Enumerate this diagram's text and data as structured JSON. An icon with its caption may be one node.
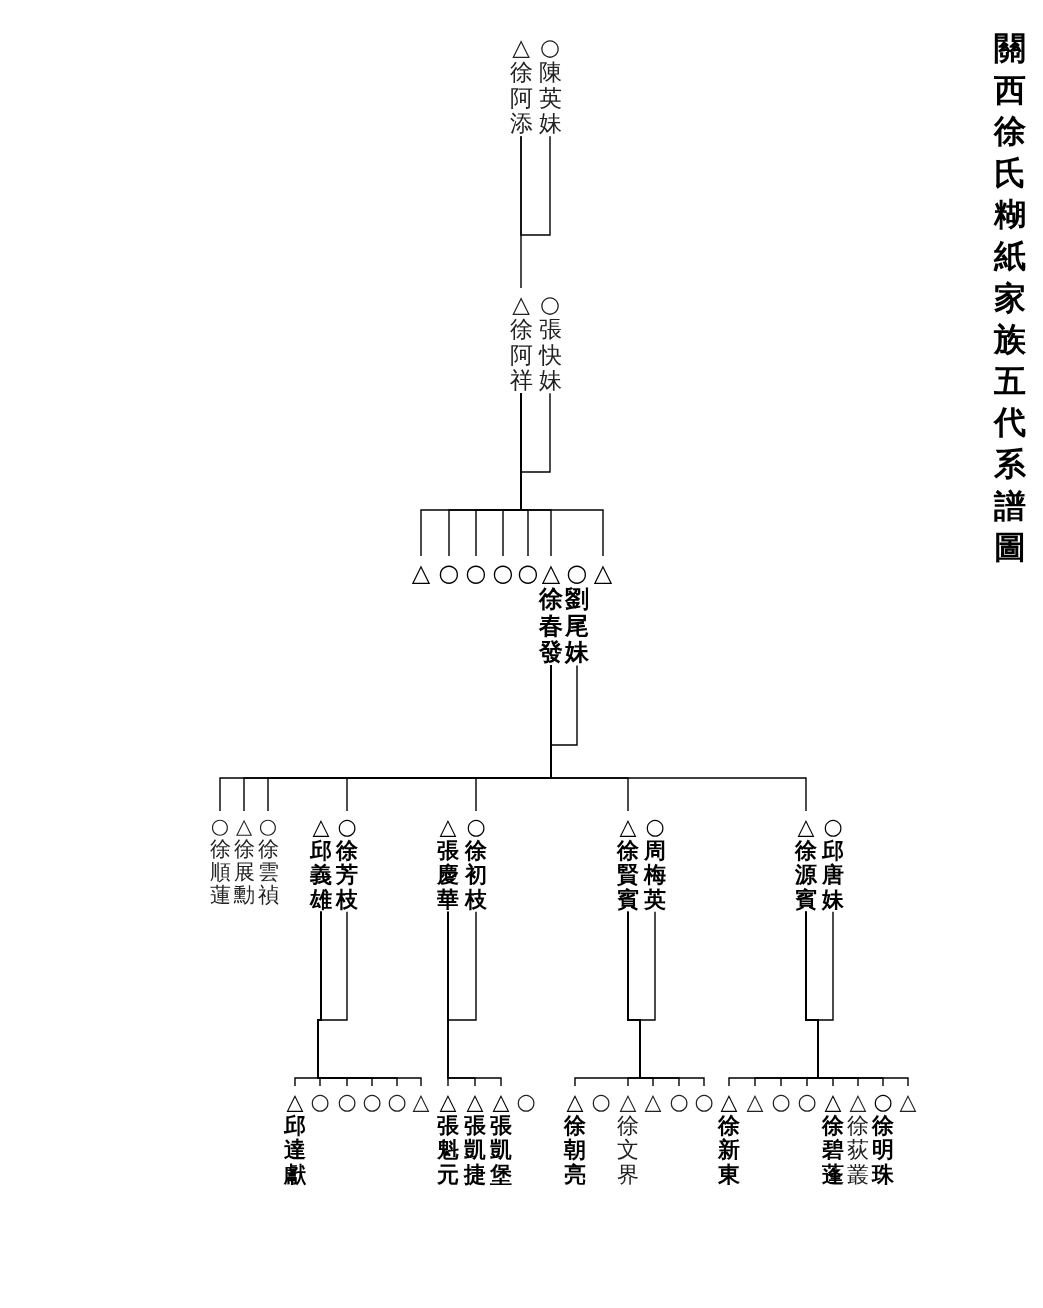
{
  "diagram": {
    "title": "關西徐氏糊紙家族五代系譜圖",
    "nodes": [
      {
        "text": [
          "△",
          "徐阿添"
        ]
      },
      {
        "text": [
          "○",
          "陳英妹"
        ]
      },
      {
        "text": [
          "△",
          "徐阿祥"
        ]
      },
      {
        "text": [
          "○",
          "張快妹"
        ]
      },
      {
        "text": [
          "△"
        ]
      },
      {
        "text": [
          "○"
        ]
      },
      {
        "text": [
          "○"
        ]
      },
      {
        "text": [
          "○"
        ]
      },
      {
        "text": [
          "○"
        ]
      },
      {
        "text": [
          "△",
          "徐春發"
        ]
      },
      {
        "text": [
          "○",
          "劉尾妹"
        ]
      },
      {
        "text": [
          "△"
        ]
      },
      {
        "text": [
          "○",
          "徐順蓮"
        ]
      },
      {
        "text": [
          "△",
          "徐展勳"
        ]
      },
      {
        "text": [
          "○",
          "徐雲禎"
        ]
      },
      {
        "text": [
          "△",
          "邱義雄"
        ]
      },
      {
        "text": [
          "○",
          "徐芳枝"
        ]
      },
      {
        "text": [
          "△",
          "張慶華"
        ]
      },
      {
        "text": [
          "○",
          "徐初枝"
        ]
      },
      {
        "text": [
          "△",
          "徐賢賓"
        ]
      },
      {
        "text": [
          "○",
          "周梅英"
        ]
      },
      {
        "text": [
          "△",
          "徐源賓"
        ]
      },
      {
        "text": [
          "○",
          "邱唐妹"
        ]
      },
      {
        "text": [
          "△",
          "邱達獻"
        ]
      },
      {
        "text": [
          "○"
        ]
      },
      {
        "text": [
          "○"
        ]
      },
      {
        "text": [
          "○"
        ]
      },
      {
        "text": [
          "○"
        ]
      },
      {
        "text": [
          "△"
        ]
      },
      {
        "text": [
          "△",
          "張魁元"
        ]
      },
      {
        "text": [
          "△",
          "張凱捷"
        ]
      },
      {
        "text": [
          "△",
          "張凱堡"
        ]
      },
      {
        "text": [
          "○"
        ]
      },
      {
        "text": [
          "△",
          "徐朝亮"
        ]
      },
      {
        "text": [
          "○"
        ]
      },
      {
        "text": [
          "△",
          "徐文界"
        ]
      },
      {
        "text": [
          "△"
        ]
      },
      {
        "text": [
          "○"
        ]
      },
      {
        "text": [
          "○"
        ]
      },
      {
        "text": [
          "△",
          "徐新東"
        ]
      },
      {
        "text": [
          "△"
        ]
      },
      {
        "text": [
          "○"
        ]
      },
      {
        "text": [
          "○"
        ]
      },
      {
        "text": [
          "△",
          "徐碧蓬"
        ]
      },
      {
        "text": [
          "△",
          "徐荻叢"
        ]
      },
      {
        "text": [
          "○",
          "徐明珠"
        ]
      },
      {
        "text": [
          "△"
        ]
      }
    ],
    "edges": [
      {
        "from": 0,
        "to": 1,
        "arrow": "none"
      },
      {
        "from": 0,
        "to": 2,
        "arrow": "none"
      },
      {
        "from": 2,
        "to": 3,
        "arrow": "none"
      },
      {
        "from": 2,
        "to": 4,
        "arrow": "none"
      },
      {
        "from": 2,
        "to": 5,
        "arrow": "none"
      },
      {
        "from": 2,
        "to": 6,
        "arrow": "none"
      },
      {
        "from": 2,
        "to": 7,
        "arrow": "none"
      },
      {
        "from": 2,
        "to": 8,
        "arrow": "none"
      },
      {
        "from": 2,
        "to": 9,
        "arrow": "none"
      },
      {
        "from": 2,
        "to": 11,
        "arrow": "none"
      },
      {
        "from": 9,
        "to": 10,
        "arrow": "none"
      },
      {
        "from": 9,
        "to": 12,
        "arrow": "none"
      },
      {
        "from": 9,
        "to": 13,
        "arrow": "none"
      },
      {
        "from": 9,
        "to": 14,
        "arrow": "none"
      },
      {
        "from": 9,
        "to": 16,
        "arrow": "none"
      },
      {
        "from": 9,
        "to": 18,
        "arrow": "none"
      },
      {
        "from": 9,
        "to": 19,
        "arrow": "none"
      },
      {
        "from": 9,
        "to": 21,
        "arrow": "none"
      },
      {
        "from": 15,
        "to": 16,
        "arrow": "none"
      },
      {
        "from": 17,
        "to": 18,
        "arrow": "none"
      },
      {
        "from": 19,
        "to": 20,
        "arrow": "none"
      },
      {
        "from": 21,
        "to": 22,
        "arrow": "none"
      },
      {
        "from": 15,
        "to": 23,
        "arrow": "none"
      },
      {
        "from": 15,
        "to": 24,
        "arrow": "none"
      },
      {
        "from": 15,
        "to": 25,
        "arrow": "none"
      },
      {
        "from": 15,
        "to": 26,
        "arrow": "none"
      },
      {
        "from": 15,
        "to": 27,
        "arrow": "none"
      },
      {
        "from": 15,
        "to": 28,
        "arrow": "none"
      },
      {
        "from": 17,
        "to": 29,
        "arrow": "none"
      },
      {
        "from": 17,
        "to": 30,
        "arrow": "none"
      },
      {
        "from": 17,
        "to": 31,
        "arrow": "none"
      },
      {
        "from": 19,
        "to": 33,
        "arrow": "none"
      },
      {
        "from": 19,
        "to": 35,
        "arrow": "none"
      },
      {
        "from": 19,
        "to": 36,
        "arrow": "none"
      },
      {
        "from": 19,
        "to": 37,
        "arrow": "none"
      },
      {
        "from": 19,
        "to": 38,
        "arrow": "none"
      },
      {
        "from": 21,
        "to": 39,
        "arrow": "none"
      },
      {
        "from": 21,
        "to": 40,
        "arrow": "none"
      },
      {
        "from": 21,
        "to": 41,
        "arrow": "none"
      },
      {
        "from": 21,
        "to": 42,
        "arrow": "none"
      },
      {
        "from": 21,
        "to": 43,
        "arrow": "none"
      },
      {
        "from": 21,
        "to": 44,
        "arrow": "none"
      },
      {
        "from": 21,
        "to": 45,
        "arrow": "none"
      },
      {
        "from": 21,
        "to": 46,
        "arrow": "none"
      }
    ]
  }
}
